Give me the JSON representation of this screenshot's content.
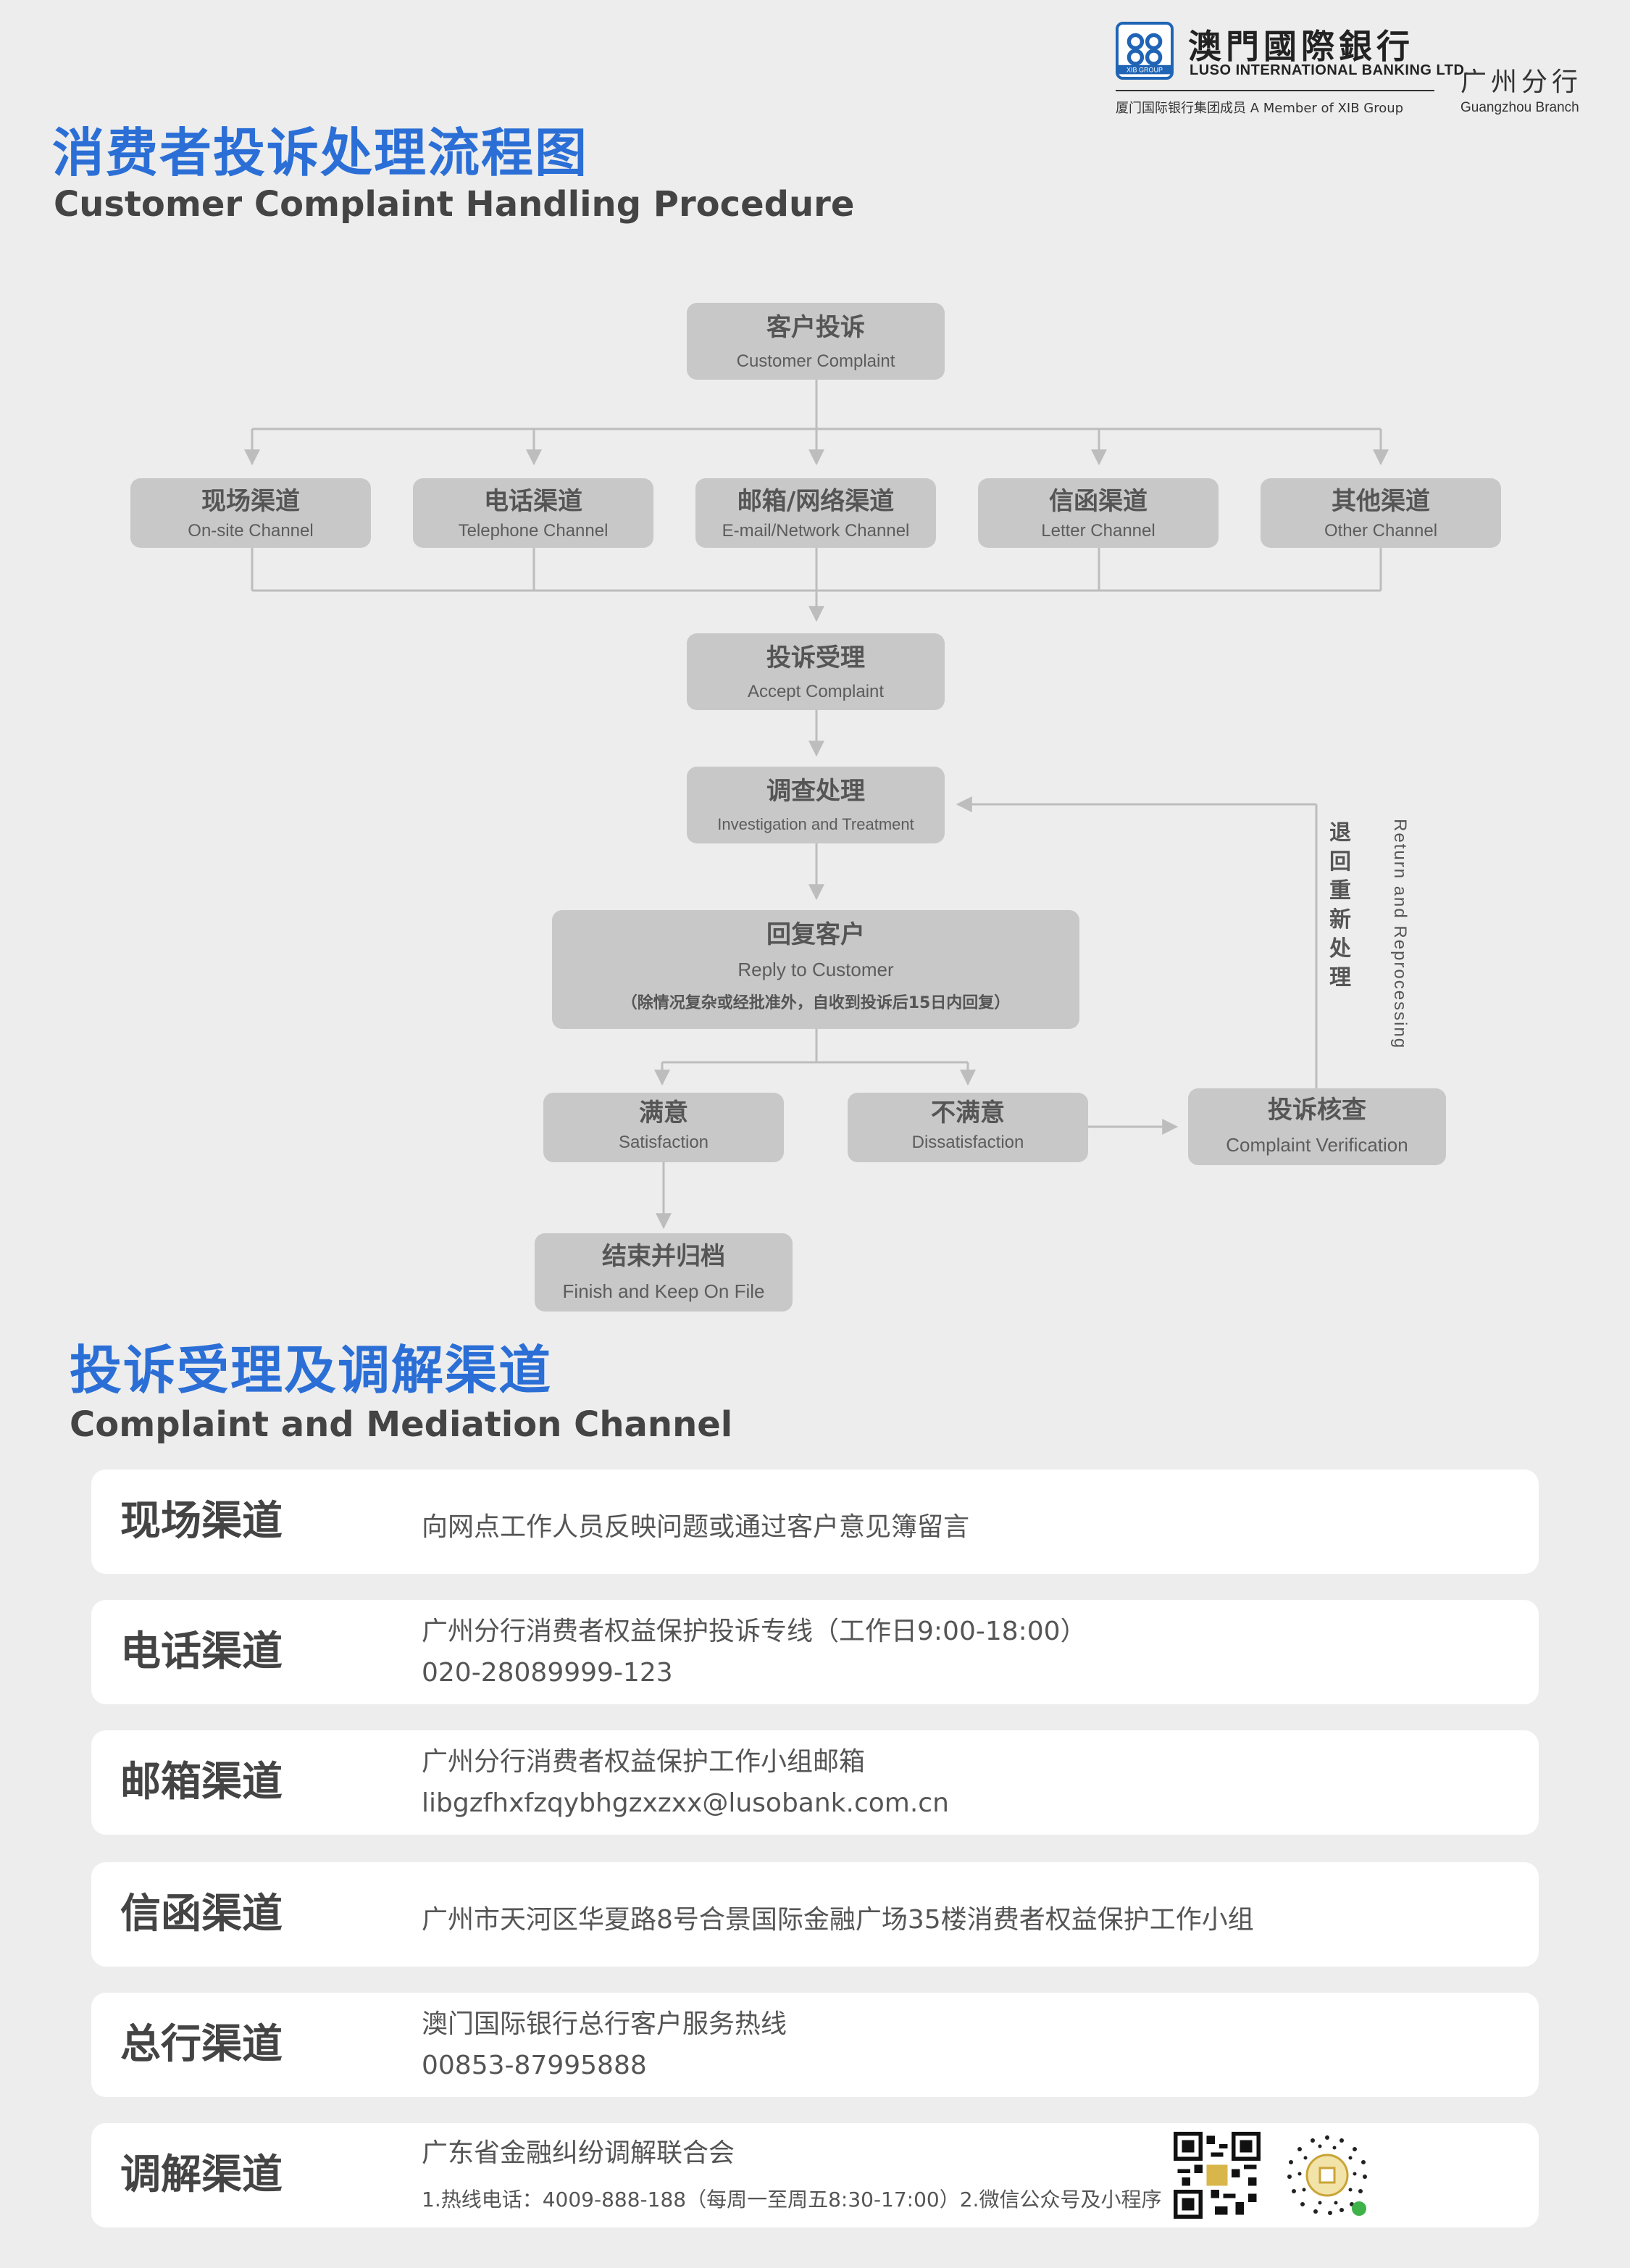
{
  "header": {
    "logo_cn": "澳門國際銀行",
    "logo_en": "LUSO INTERNATIONAL BANKING LTD.",
    "logo_badge": "XIB GROUP",
    "member_text": "厦门国际银行集团成员 A Member of XIB Group",
    "branch_cn": "广州分行",
    "branch_en": "Guangzhou Branch"
  },
  "section1": {
    "title_cn": "消费者投诉处理流程图",
    "title_en": "Customer Complaint Handling Procedure"
  },
  "flow": {
    "complaint": {
      "cn": "客户投诉",
      "en": "Customer Complaint"
    },
    "channels": [
      {
        "cn": "现场渠道",
        "en": "On-site Channel"
      },
      {
        "cn": "电话渠道",
        "en": "Telephone Channel"
      },
      {
        "cn": "邮箱/网络渠道",
        "en": "E-mail/Network Channel"
      },
      {
        "cn": "信函渠道",
        "en": "Letter Channel"
      },
      {
        "cn": "其他渠道",
        "en": "Other Channel"
      }
    ],
    "accept": {
      "cn": "投诉受理",
      "en": "Accept  Complaint"
    },
    "investigate": {
      "cn": "调查处理",
      "en": "Investigation and Treatment"
    },
    "reply": {
      "cn": "回复客户",
      "en": "Reply to Customer",
      "note": "（除情况复杂或经批准外，自收到投诉后15日内回复）"
    },
    "satisfied": {
      "cn": "满意",
      "en": "Satisfaction"
    },
    "dissatisfied": {
      "cn": "不满意",
      "en": "Dissatisfaction"
    },
    "verify": {
      "cn": "投诉核查",
      "en": "Complaint Verification"
    },
    "finish": {
      "cn": "结束并归档",
      "en": "Finish and Keep On File"
    },
    "return_cn": "退回重新处理",
    "return_en": "Return and Reprocessing"
  },
  "section2": {
    "title_cn": "投诉受理及调解渠道",
    "title_en": "Complaint and Mediation Channel"
  },
  "channels": [
    {
      "name": "现场渠道",
      "line1": "向网点工作人员反映问题或通过客户意见簿留言"
    },
    {
      "name": "电话渠道",
      "line1": "广州分行消费者权益保护投诉专线（工作日9:00-18:00）",
      "line2": "020-28089999-123"
    },
    {
      "name": "邮箱渠道",
      "line1": "广州分行消费者权益保护工作小组邮箱",
      "line2": "libgzfhxfzqybhgzxzxx@lusobank.com.cn"
    },
    {
      "name": "信函渠道",
      "line1": "广州市天河区华夏路8号合景国际金融广场35楼消费者权益保护工作小组"
    },
    {
      "name": "总行渠道",
      "line1": "澳门国际银行总行客户服务热线",
      "line2": "00853-87995888"
    },
    {
      "name": "调解渠道",
      "line1": "广东省金融纠纷调解联合会",
      "line2": "1.热线电话：4009-888-188（每周一至周五8:30-17:00）2.微信公众号及小程序"
    }
  ],
  "colors": {
    "title_blue": "#2b6fd6",
    "box_gray": "#c8c8c8",
    "line_gray": "#bdbdbd",
    "page_bg": "#ededed"
  }
}
